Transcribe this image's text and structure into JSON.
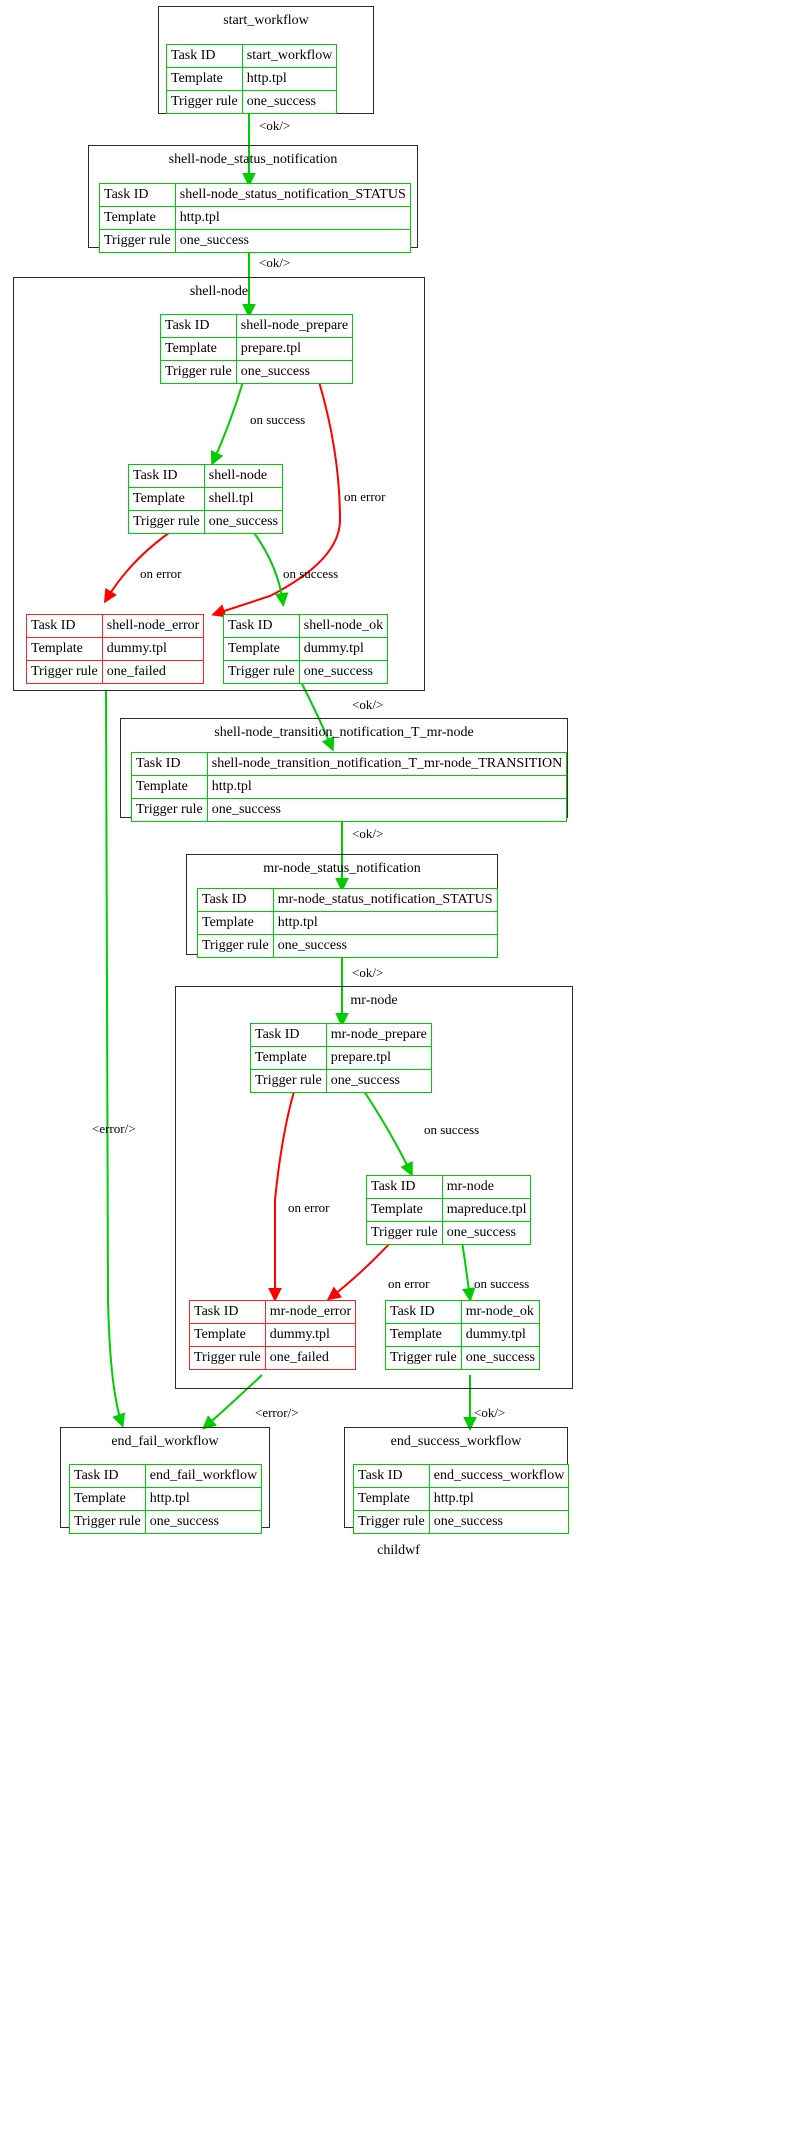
{
  "graph": {
    "title": "childwf",
    "colors": {
      "ok": "#00cc00",
      "error": "#ff0000",
      "cluster": "#2b2b2b",
      "text": "#000000"
    }
  },
  "row_labels": {
    "task_id": "Task ID",
    "template": "Template",
    "trigger_rule": "Trigger rule"
  },
  "clusters": [
    {
      "id": "cluster-start-workflow",
      "label": "start_workflow"
    },
    {
      "id": "cluster-shell-status",
      "label": "shell-node_status_notification"
    },
    {
      "id": "cluster-shell-node",
      "label": "shell-node"
    },
    {
      "id": "cluster-shell-transition",
      "label": "shell-node_transition_notification_T_mr-node"
    },
    {
      "id": "cluster-mr-status",
      "label": "mr-node_status_notification"
    },
    {
      "id": "cluster-mr-node",
      "label": "mr-node"
    },
    {
      "id": "cluster-end-fail",
      "label": "end_fail_workflow"
    },
    {
      "id": "cluster-end-success",
      "label": "end_success_workflow"
    }
  ],
  "nodes": [
    {
      "id": "start_workflow",
      "status": "ok",
      "task_id": "start_workflow",
      "template": "http.tpl",
      "trigger_rule": "one_success"
    },
    {
      "id": "shell-node_status_notification_STATUS",
      "status": "ok",
      "task_id": "shell-node_status_notification_STATUS",
      "template": "http.tpl",
      "trigger_rule": "one_success"
    },
    {
      "id": "shell-node_prepare",
      "status": "ok",
      "task_id": "shell-node_prepare",
      "template": "prepare.tpl",
      "trigger_rule": "one_success"
    },
    {
      "id": "shell-node",
      "status": "ok",
      "task_id": "shell-node",
      "template": "shell.tpl",
      "trigger_rule": "one_success"
    },
    {
      "id": "shell-node_error",
      "status": "error",
      "task_id": "shell-node_error",
      "template": "dummy.tpl",
      "trigger_rule": "one_failed"
    },
    {
      "id": "shell-node_ok",
      "status": "ok",
      "task_id": "shell-node_ok",
      "template": "dummy.tpl",
      "trigger_rule": "one_success"
    },
    {
      "id": "shell-node_transition_notification_T_mr-node_TRANSITION",
      "status": "ok",
      "task_id": "shell-node_transition_notification_T_mr-node_TRANSITION",
      "template": "http.tpl",
      "trigger_rule": "one_success"
    },
    {
      "id": "mr-node_status_notification_STATUS",
      "status": "ok",
      "task_id": "mr-node_status_notification_STATUS",
      "template": "http.tpl",
      "trigger_rule": "one_success"
    },
    {
      "id": "mr-node_prepare",
      "status": "ok",
      "task_id": "mr-node_prepare",
      "template": "prepare.tpl",
      "trigger_rule": "one_success"
    },
    {
      "id": "mr-node",
      "status": "ok",
      "task_id": "mr-node",
      "template": "mapreduce.tpl",
      "trigger_rule": "one_success"
    },
    {
      "id": "mr-node_error",
      "status": "error",
      "task_id": "mr-node_error",
      "template": "dummy.tpl",
      "trigger_rule": "one_failed"
    },
    {
      "id": "mr-node_ok",
      "status": "ok",
      "task_id": "mr-node_ok",
      "template": "dummy.tpl",
      "trigger_rule": "one_success"
    },
    {
      "id": "end_fail_workflow",
      "status": "ok",
      "task_id": "end_fail_workflow",
      "template": "http.tpl",
      "trigger_rule": "one_success"
    },
    {
      "id": "end_success_workflow",
      "status": "ok",
      "task_id": "end_success_workflow",
      "template": "http.tpl",
      "trigger_rule": "one_success"
    }
  ],
  "edge_labels": [
    {
      "id": "e1",
      "text": "<ok/>"
    },
    {
      "id": "e2",
      "text": "<ok/>"
    },
    {
      "id": "e3",
      "text": "on success"
    },
    {
      "id": "e4",
      "text": "on error"
    },
    {
      "id": "e5",
      "text": "on error"
    },
    {
      "id": "e6",
      "text": "on success"
    },
    {
      "id": "e7",
      "text": "<ok/>"
    },
    {
      "id": "e8",
      "text": "<ok/>"
    },
    {
      "id": "e9",
      "text": "<ok/>"
    },
    {
      "id": "e10",
      "text": "on success"
    },
    {
      "id": "e11",
      "text": "on error"
    },
    {
      "id": "e12",
      "text": "on error"
    },
    {
      "id": "e13",
      "text": "on success"
    },
    {
      "id": "e14",
      "text": "<error/>"
    },
    {
      "id": "e15",
      "text": "<error/>"
    },
    {
      "id": "e16",
      "text": "<ok/>"
    }
  ]
}
